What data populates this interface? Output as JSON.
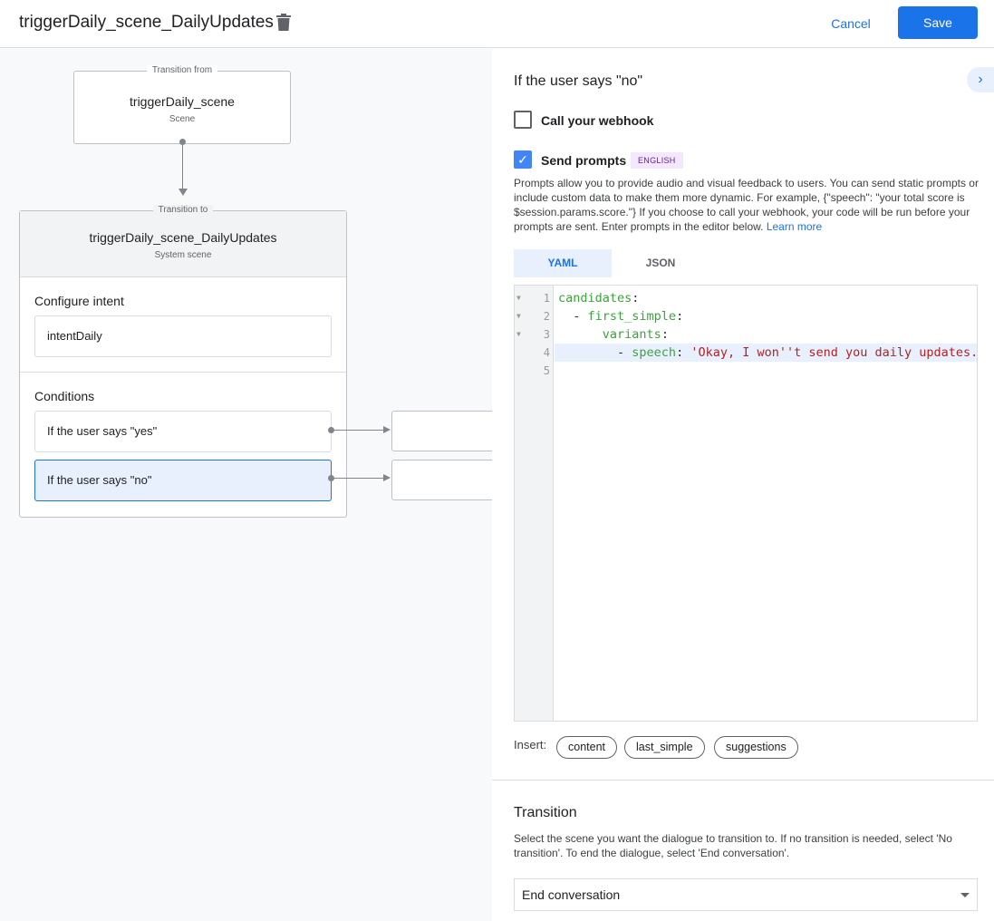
{
  "header": {
    "title": "triggerDaily_scene_DailyUpdates",
    "cancel_label": "Cancel",
    "save_label": "Save"
  },
  "canvas": {
    "from": {
      "legend": "Transition from",
      "name": "triggerDaily_scene",
      "type": "Scene"
    },
    "to": {
      "legend": "Transition to",
      "name": "triggerDaily_scene_DailyUpdates",
      "type": "System scene"
    },
    "intent_label": "Configure intent",
    "intent": "intentDaily",
    "conditions_label": "Conditions",
    "conditions": [
      "If the user says \"yes\"",
      "If the user says \"no\""
    ]
  },
  "panel": {
    "heading": "If the user says \"no\"",
    "webhook_label": "Call your webhook",
    "webhook_checked": false,
    "prompts_label": "Send prompts",
    "prompts_checked": true,
    "language_badge": "ENGLISH",
    "description": "Prompts allow you to provide audio and visual feedback to users. You can send static prompts or include custom data to make them more dynamic. For example, {\"speech\": \"your total score is $session.params.score.\"} If you choose to call your webhook, your code will be run before your prompts are sent. Enter prompts in the editor below.",
    "learn_more": "Learn more",
    "tabs": [
      "YAML",
      "JSON"
    ],
    "active_tab": "YAML",
    "code_lines": [
      [
        {
          "t": "candidates",
          "c": "k"
        },
        {
          "t": ":",
          "c": ""
        }
      ],
      [
        {
          "t": "  - ",
          "c": ""
        },
        {
          "t": "first_simple",
          "c": "k"
        },
        {
          "t": ":",
          "c": ""
        }
      ],
      [
        {
          "t": "      ",
          "c": ""
        },
        {
          "t": "variants",
          "c": "k"
        },
        {
          "t": ":",
          "c": ""
        }
      ],
      [
        {
          "t": "        - ",
          "c": ""
        },
        {
          "t": "speech",
          "c": "k"
        },
        {
          "t": ": ",
          "c": ""
        },
        {
          "t": "'Okay, I won''t send you daily updates.'",
          "c": "s"
        }
      ],
      []
    ],
    "insert_label": "Insert:",
    "insert_chips": [
      "content",
      "last_simple",
      "suggestions"
    ],
    "transition_heading": "Transition",
    "transition_desc": "Select the scene you want the dialogue to transition to. If no transition is needed, select 'No transition'. To end the dialogue, select 'End conversation'.",
    "transition_value": "End conversation"
  },
  "colors": {
    "accent": "#1a73e8"
  }
}
